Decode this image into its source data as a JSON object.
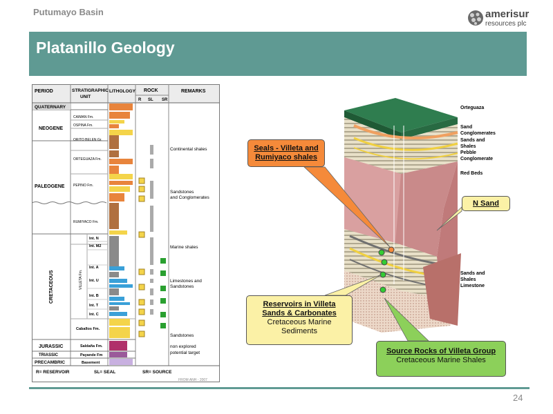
{
  "header": {
    "section": "Putumayo Basin",
    "title": "Platanillo Geology",
    "page_number": "24"
  },
  "logo": {
    "word1": "amerisur",
    "word2": "resources plc"
  },
  "colors": {
    "banner": "#5f9a93",
    "seal": "#f58a3a",
    "reservoir": "#fbf1a6",
    "source": "#8cd05a",
    "point": "#33cc33"
  },
  "strat_table": {
    "headers": {
      "period": "PERIOD",
      "strat1": "STRATIGRAPHIC",
      "strat2": "UNIT",
      "lithology": "LITHOLOGY",
      "rock": "ROCK",
      "remarks": "REMARKS",
      "r": "R",
      "sl": "SL",
      "sr": "SR"
    },
    "periods": [
      "QUATERNARY",
      "NEOGENE",
      "PALEOGENE",
      "CRETACEOUS",
      "JURASSIC",
      "TRIASSIC",
      "PRECAMBRIC"
    ],
    "units": [
      "CAIMAN Fm.",
      "OSPINA Fm.",
      "ORITO BELEN Gr.",
      "ORTEGUAZA Fm.",
      "PEPINO Fm.",
      "RUMIYACO Fm.",
      "Caballos Fm.",
      "Saldaña Fm.",
      "Payande Fm",
      "Basement"
    ],
    "villeta": "VILLETA Fm.",
    "intervals": [
      "Int. N",
      "Int. M2",
      "Int. A",
      "Int. U",
      "Int. B",
      "Int. T",
      "Int. C"
    ],
    "remarks": [
      "Continental shales",
      "Sandstones",
      "and Conglomerates",
      "Marine shales",
      "Limestones and",
      "Sandstones",
      "Sandstones",
      "non explored",
      "potential target"
    ],
    "legend": {
      "reservoir": "R= RESERVOIR",
      "seal": "SL= SEAL",
      "source": "SR= SOURCE"
    },
    "credit": "FROM ANH - 2007"
  },
  "block_labels": {
    "orteguaza": "Orteguaza",
    "sand_cong1": "Sand",
    "sand_cong2": "Conglomerates",
    "sands_shales1": "Sands and",
    "sands_shales2": "Shales",
    "pebble1": "Pebble",
    "pebble2": "Conglomerate",
    "red_beds": "Red Beds",
    "lower1": "Sands and",
    "lower2": "Shales",
    "limestone": "Limestone"
  },
  "callouts": {
    "seal_line1": "Seals - Villeta and",
    "seal_line2": "Rumiyaco shales",
    "nsand": "N Sand",
    "res_line1": "Reservoirs in Villeta",
    "res_line2": "Sands & Carbonates",
    "res_line3": "Cretaceous Marine",
    "res_line4": "Sediments",
    "src_head": "Source Rocks of Villeta Group",
    "src_body": "Cretaceous Marine Shales"
  }
}
